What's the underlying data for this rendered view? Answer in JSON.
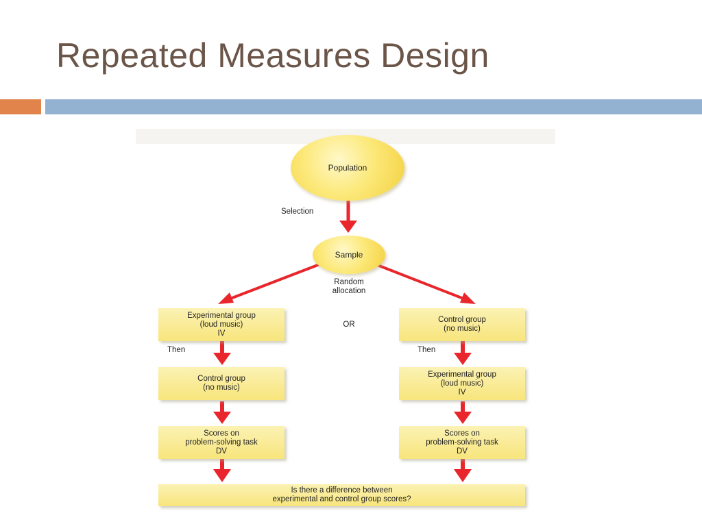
{
  "slide": {
    "title": "Repeated Measures Design"
  },
  "diagram": {
    "population": "Population",
    "selection_label": "Selection",
    "sample": "Sample",
    "random_allocation_label": "Random\nallocation",
    "or_label": "OR",
    "left_branch": {
      "first_group": "Experimental group\n(loud music)\nIV",
      "then_label": "Then",
      "second_group": "Control group\n(no music)",
      "scores": "Scores on\nproblem-solving task\nDV"
    },
    "right_branch": {
      "first_group": "Control group\n(no music)",
      "then_label": "Then",
      "second_group": "Experimental group\n(loud music)\nIV",
      "scores": "Scores on\nproblem-solving task\nDV"
    },
    "question": "Is there a difference between\nexperimental and control group scores?"
  },
  "colors": {
    "title": "#6b5548",
    "accent_orange": "#e0844c",
    "accent_blue": "#93b2d2",
    "arrow_red": "#e8262b",
    "node_yellow": "#f8e57c"
  }
}
